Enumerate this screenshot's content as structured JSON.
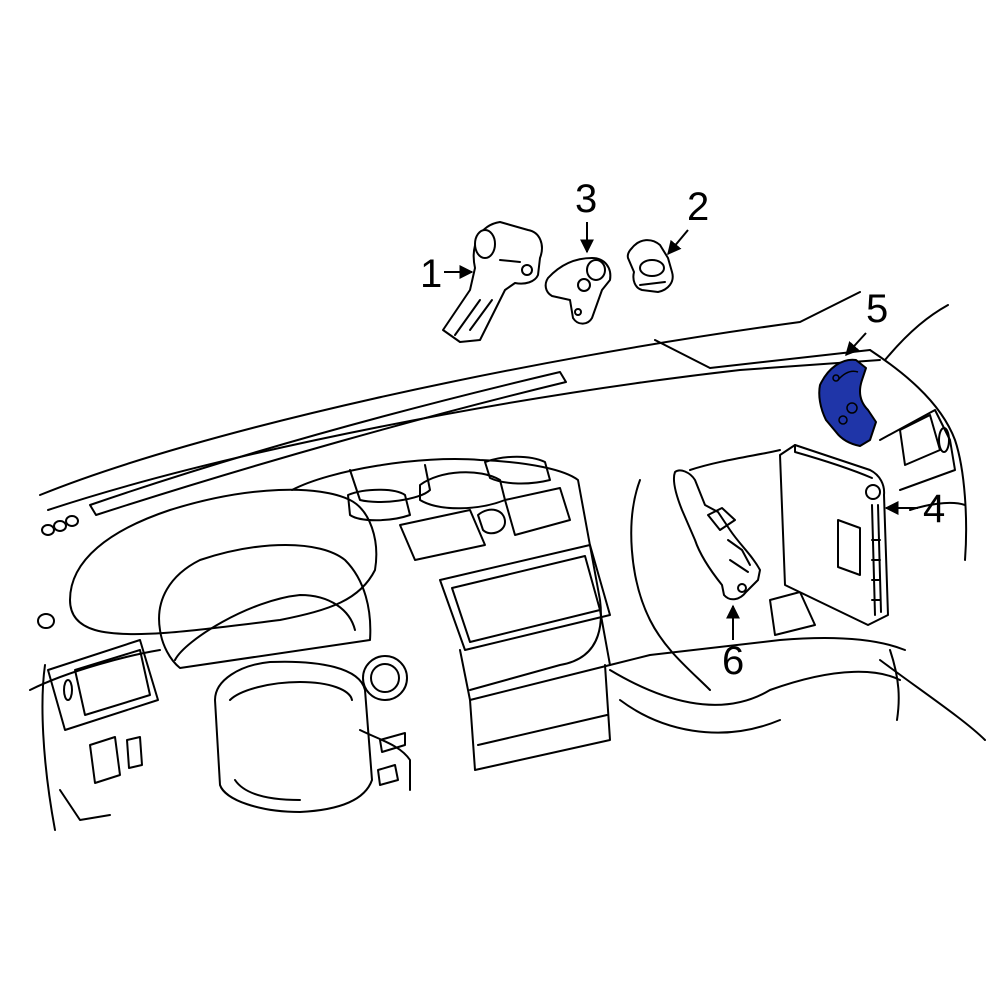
{
  "colors": {
    "background": "#ffffff",
    "line": "#000000",
    "highlight": "#1f35a8"
  },
  "highlighted_part": "5",
  "callouts": [
    {
      "id": "1",
      "label": "1"
    },
    {
      "id": "2",
      "label": "2"
    },
    {
      "id": "3",
      "label": "3"
    },
    {
      "id": "4",
      "label": "4"
    },
    {
      "id": "5",
      "label": "5"
    },
    {
      "id": "6",
      "label": "6"
    }
  ]
}
